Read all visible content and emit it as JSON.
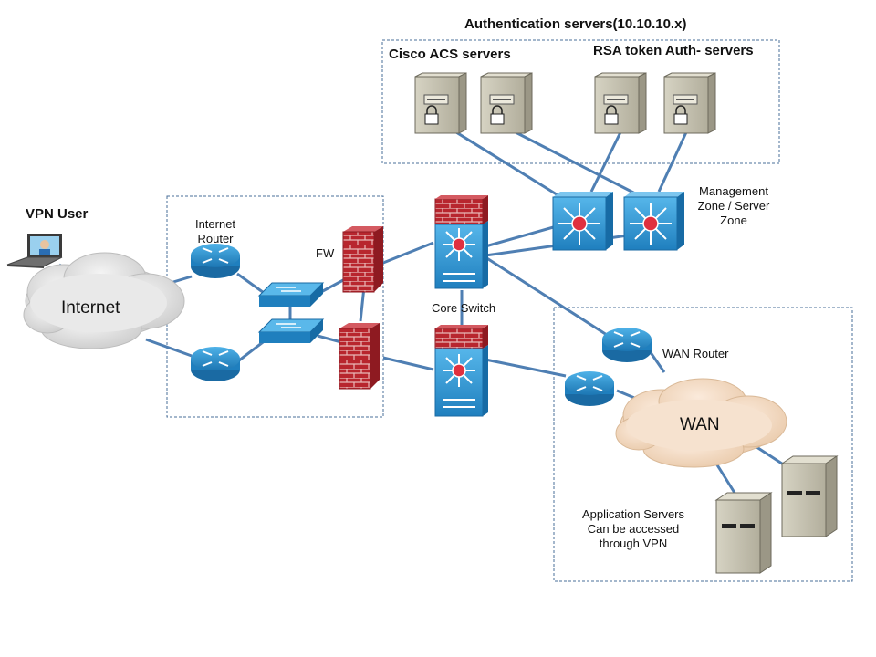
{
  "labels": {
    "auth_title": "Authentication servers(10.10.10.x)",
    "cisco_acs": "Cisco ACS servers",
    "rsa": "RSA token Auth- servers",
    "vpn_user": "VPN User",
    "internet": "Internet",
    "internet_router_line1": "Internet",
    "internet_router_line2": "Router",
    "fw": "FW",
    "core_switch": "Core Switch",
    "mgmt_line1": "Management",
    "mgmt_line2": "Zone / Server",
    "mgmt_line3": "Zone",
    "wan_router": "WAN Router",
    "wan": "WAN",
    "app_line1": "Application Servers",
    "app_line2": "Can be accessed",
    "app_line3": "through VPN"
  },
  "colors": {
    "link": "#4f7fb3",
    "device_blue": "#2a8fcf",
    "firewall_red": "#b8262e",
    "zone_border": "#4a6f9a",
    "server_tan": "#c9c6b5",
    "cloud_grey": "#dcdcdc",
    "cloud_tan": "#f3ddc4"
  }
}
